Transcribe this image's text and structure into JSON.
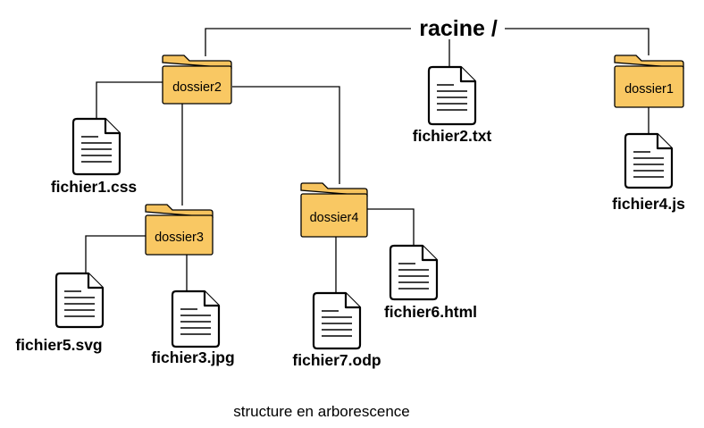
{
  "root": {
    "label": "racine /"
  },
  "folders": {
    "dossier1": "dossier1",
    "dossier2": "dossier2",
    "dossier3": "dossier3",
    "dossier4": "dossier4"
  },
  "files": {
    "fichier1": "fichier1.css",
    "fichier2": "fichier2.txt",
    "fichier3": "fichier3.jpg",
    "fichier4": "fichier4.js",
    "fichier5": "fichier5.svg",
    "fichier6": "fichier6.html",
    "fichier7": "fichier7.odp"
  },
  "caption": "structure en arborescence",
  "colors": {
    "folder": "#f9c863",
    "line": "#000000",
    "file": "#ffffff"
  },
  "icons": {
    "folder": "folder-icon",
    "file": "document-icon"
  }
}
